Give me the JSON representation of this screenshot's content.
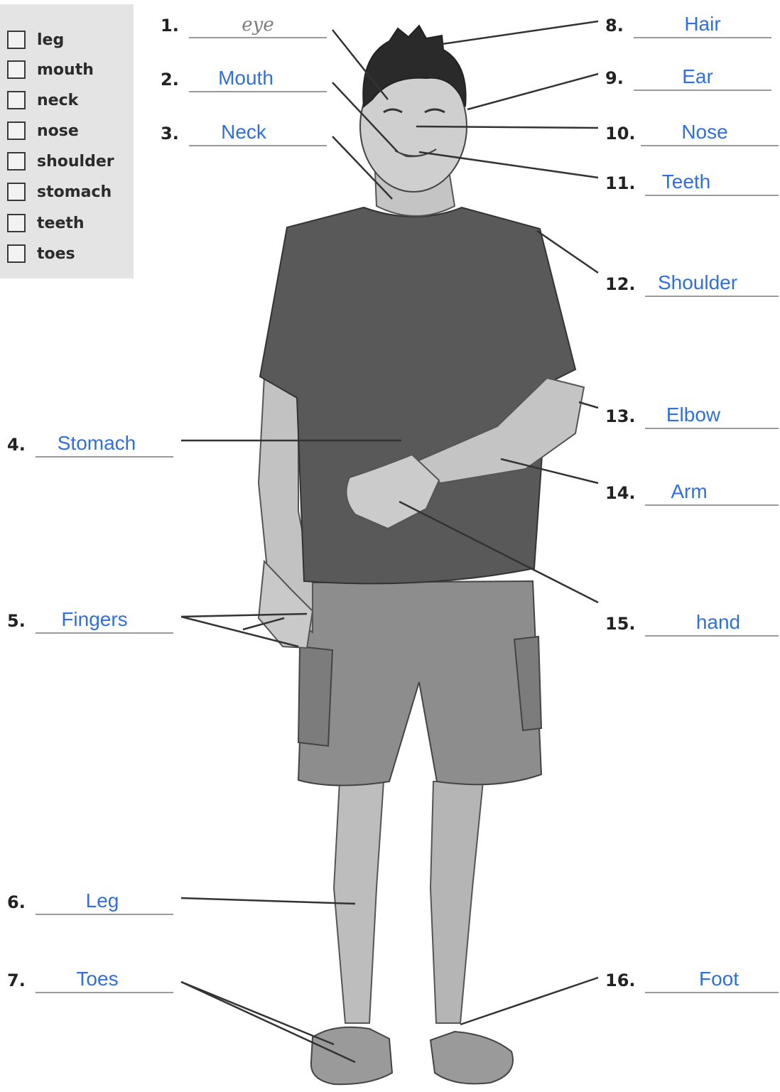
{
  "word_bank": [
    "leg",
    "mouth",
    "neck",
    "nose",
    "shoulder",
    "stomach",
    "teeth",
    "toes"
  ],
  "answers": [
    {
      "num": "1.",
      "text": "eye"
    },
    {
      "num": "2.",
      "text": "Mouth"
    },
    {
      "num": "3.",
      "text": "Neck"
    },
    {
      "num": "4.",
      "text": "Stomach"
    },
    {
      "num": "5.",
      "text": "Fingers"
    },
    {
      "num": "6.",
      "text": "Leg"
    },
    {
      "num": "7.",
      "text": "Toes"
    },
    {
      "num": "8.",
      "text": "Hair"
    },
    {
      "num": "9.",
      "text": "Ear"
    },
    {
      "num": "10.",
      "text": "Nose"
    },
    {
      "num": "11.",
      "text": "Teeth"
    },
    {
      "num": "12.",
      "text": "Shoulder"
    },
    {
      "num": "13.",
      "text": "Elbow"
    },
    {
      "num": "14.",
      "text": "Arm"
    },
    {
      "num": "15.",
      "text": "hand"
    },
    {
      "num": "16.",
      "text": "Foot"
    }
  ],
  "colors": {
    "handwriting": "#2f6fe0",
    "pencil": "#7d7d7d",
    "wordbank_bg": "#e4e4e4"
  }
}
